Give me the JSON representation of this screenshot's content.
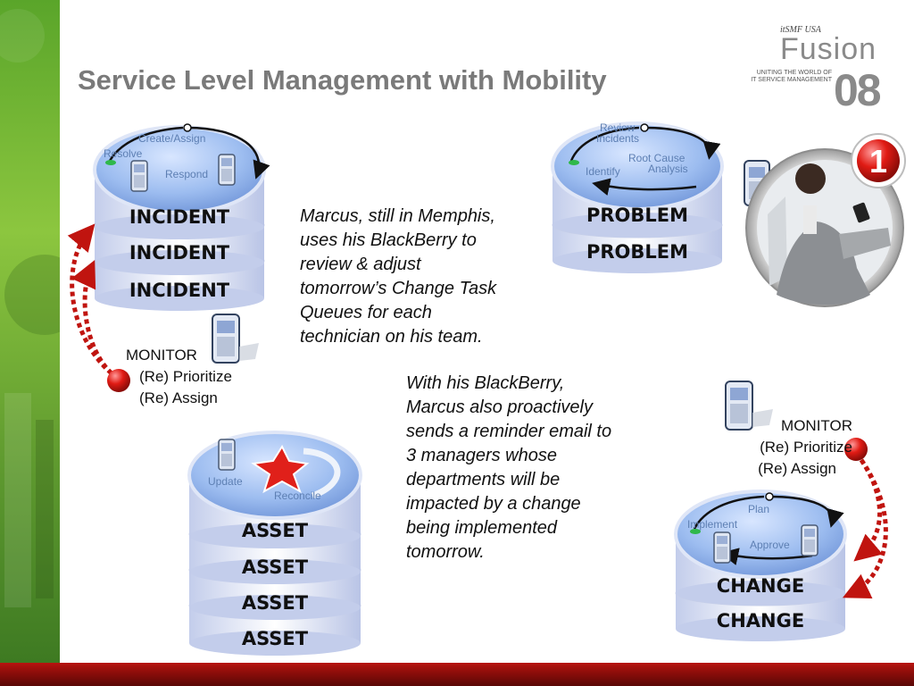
{
  "title": "Service Level Management with Mobility",
  "logo": {
    "org": "itSMF USA",
    "brand": "Fusion",
    "year": "08",
    "tagline_1": "UNITING THE WORLD OF",
    "tagline_2": "IT SERVICE MANAGEMENT"
  },
  "badge_number": "1",
  "incident": {
    "label": "INCIDENT",
    "flow": {
      "create": "Create/Assign",
      "resolve": "Resolve",
      "respond": "Respond"
    }
  },
  "problem": {
    "label": "PROBLEM",
    "flow": {
      "review_1": "Review",
      "review_2": "Incidents",
      "identify": "Identify",
      "rca_1": "Root Cause",
      "rca_2": "Analysis"
    }
  },
  "asset": {
    "label": "ASSET",
    "flow": {
      "update": "Update",
      "reconcile": "Reconcile"
    }
  },
  "change": {
    "label": "CHANGE",
    "flow": {
      "plan": "Plan",
      "implement": "Implement",
      "approve": "Approve"
    }
  },
  "monitor_left": {
    "line1": "MONITOR",
    "line2": "(Re) Prioritize",
    "line3": "(Re) Assign"
  },
  "monitor_right": {
    "line1": "MONITOR",
    "line2": "(Re) Prioritize",
    "line3": "(Re) Assign"
  },
  "text_1": [
    "Marcus, still in Memphis,",
    "uses his BlackBerry to",
    "review & adjust",
    "tomorrow’s Change Task",
    "Queues for each",
    "technician on his team."
  ],
  "text_2": [
    "With his BlackBerry,",
    "Marcus also proactively",
    "sends a reminder email to",
    "3 managers whose",
    "departments will be",
    "impacted by a change",
    "being implemented",
    "tomorrow."
  ],
  "colors": {
    "green": "#6bb23a",
    "red": "#c0140f",
    "title": "#7a7a7a",
    "disk_top": "#8fb4ec"
  }
}
